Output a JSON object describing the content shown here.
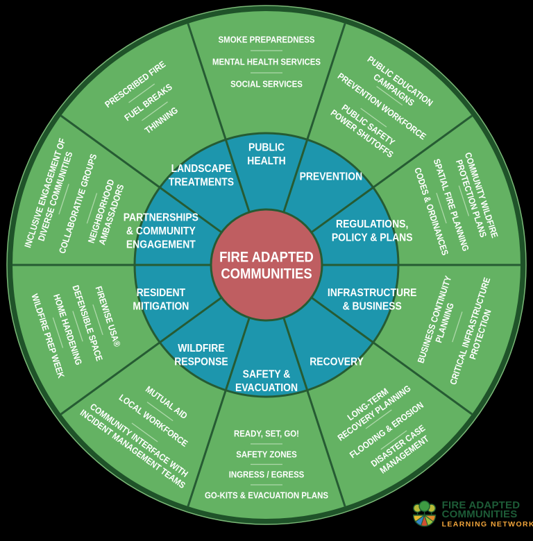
{
  "colors": {
    "background": "#000000",
    "outer_ring": "#64b263",
    "rim": "#1f5329",
    "rim_edge": "#7ab877",
    "inner_ring": "#1d96ad",
    "hub": "#bf5e61",
    "divider": "#265b33",
    "separator": "#b7ddb2",
    "label_text": "#ffffff"
  },
  "wheel": {
    "center": {
      "lines": [
        "FIRE ADAPTED",
        "COMMUNITIES"
      ]
    },
    "sectors": [
      {
        "angle": 0,
        "inner": {
          "lines": [
            "PUBLIC",
            "HEALTH"
          ],
          "r": 160
        },
        "items": [
          {
            "lines": [
              "SMOKE PREPAREDNESS"
            ],
            "r": 325
          },
          {
            "lines": [
              "MENTAL HEALTH SERVICES"
            ],
            "r": 293
          },
          {
            "lines": [
              "SOCIAL SERVICES"
            ],
            "r": 261
          }
        ]
      },
      {
        "angle": 36,
        "inner": {
          "lines": [
            "PREVENTION"
          ],
          "r": 158
        },
        "items": [
          {
            "lines": [
              "PUBLIC EDUCATION",
              "CAMPAIGNS"
            ],
            "r": 320
          },
          {
            "lines": [
              "PREVENTION WORKFORCE"
            ],
            "r": 283
          },
          {
            "lines": [
              "PUBLIC SAFETY",
              "POWER SHUTOFFS"
            ],
            "r": 242
          }
        ]
      },
      {
        "angle": 72,
        "inner": {
          "lines": [
            "REGULATIONS,",
            "POLICY & PLANS"
          ],
          "r": 160
        },
        "items": [
          {
            "lines": [
              "COMMUNITY WILDFIRE",
              "PROTECTION PLANS"
            ],
            "r": 318
          },
          {
            "lines": [
              "SPATIAL FIRE PLANNING"
            ],
            "r": 280
          },
          {
            "lines": [
              "CODES & ORDINANCES"
            ],
            "r": 250
          }
        ]
      },
      {
        "angle": 108,
        "inner": {
          "lines": [
            "INFRASTRUCTURE",
            "& BUSINESS"
          ],
          "r": 160
        },
        "items": [
          {
            "lines": [
              "BUSINESS CONTINUITY",
              "PLANNING"
            ],
            "r": 262
          },
          {
            "lines": [
              "CRITICAL INFRASTRUCTURE",
              "PROTECTION"
            ],
            "r": 316
          }
        ]
      },
      {
        "angle": 144,
        "inner": {
          "lines": [
            "RECOVERY"
          ],
          "r": 172
        },
        "items": [
          {
            "lines": [
              "LONG-TERM",
              "RECOVERY PLANNING"
            ],
            "r": 256
          },
          {
            "lines": [
              "FLOODING & EROSION"
            ],
            "r": 294
          },
          {
            "lines": [
              "DISASTER CASE",
              "MANAGEMENT"
            ],
            "r": 330
          }
        ]
      },
      {
        "angle": 180,
        "inner": {
          "lines": [
            "SAFETY &",
            "EVACUATION"
          ],
          "r": 167
        },
        "items": [
          {
            "lines": [
              "READY, SET, GO!"
            ],
            "r": 243
          },
          {
            "lines": [
              "SAFETY ZONES"
            ],
            "r": 273
          },
          {
            "lines": [
              "INGRESS / EGRESS"
            ],
            "r": 302
          },
          {
            "lines": [
              "GO-KITS & EVACUATION PLANS"
            ],
            "r": 332
          }
        ]
      },
      {
        "angle": 216,
        "inner": {
          "lines": [
            "WILDFIRE",
            "RESPONSE"
          ],
          "r": 160
        },
        "items": [
          {
            "lines": [
              "MUTUAL AID"
            ],
            "r": 245
          },
          {
            "lines": [
              "LOCAL WORKFORCE"
            ],
            "r": 277
          },
          {
            "lines": [
              "COMMUNITY INTERFACE WITH",
              "INCIDENT MANAGEMENT TEAMS"
            ],
            "r": 320
          }
        ]
      },
      {
        "angle": 252,
        "inner": {
          "lines": [
            "RESIDENT",
            "MITIGATION"
          ],
          "r": 160
        },
        "items": [
          {
            "lines": [
              "FIREWISE USA®"
            ],
            "r": 240
          },
          {
            "lines": [
              "DEFENSIBLE SPACE"
            ],
            "r": 271
          },
          {
            "lines": [
              "HOME HARDENING"
            ],
            "r": 301
          },
          {
            "lines": [
              "WILDFIRE PREP WEEK"
            ],
            "r": 331
          }
        ]
      },
      {
        "angle": 288,
        "inner": {
          "lines": [
            "PARTNERSHIPS",
            "& COMMUNITY",
            "ENGAGEMENT"
          ],
          "r": 160
        },
        "items": [
          {
            "lines": [
              "NEIGHBORHOOD",
              "AMBASSADORS"
            ],
            "r": 243
          },
          {
            "lines": [
              "COLLABORATIVE GROUPS"
            ],
            "r": 286
          },
          {
            "lines": [
              "INCLUSIVE ENGAGEMENT OF",
              "DIVERSE COMMUNITIES"
            ],
            "r": 328
          }
        ]
      },
      {
        "angle": 324,
        "inner": {
          "lines": [
            "LANDSCAPE",
            "TREATMENTS"
          ],
          "r": 160
        },
        "items": [
          {
            "lines": [
              "PRESCRIBED FIRE"
            ],
            "r": 322
          },
          {
            "lines": [
              "FUEL BREAKS"
            ],
            "r": 290
          },
          {
            "lines": [
              "THINNING"
            ],
            "r": 258
          }
        ]
      }
    ]
  },
  "logo": {
    "title_line1": "FIRE ADAPTED",
    "title_line2": "COMMUNITIES",
    "subtitle": "LEARNING NETWORK",
    "colors": {
      "title": "#1d5c37",
      "subtitle": "#f0a43a"
    }
  }
}
